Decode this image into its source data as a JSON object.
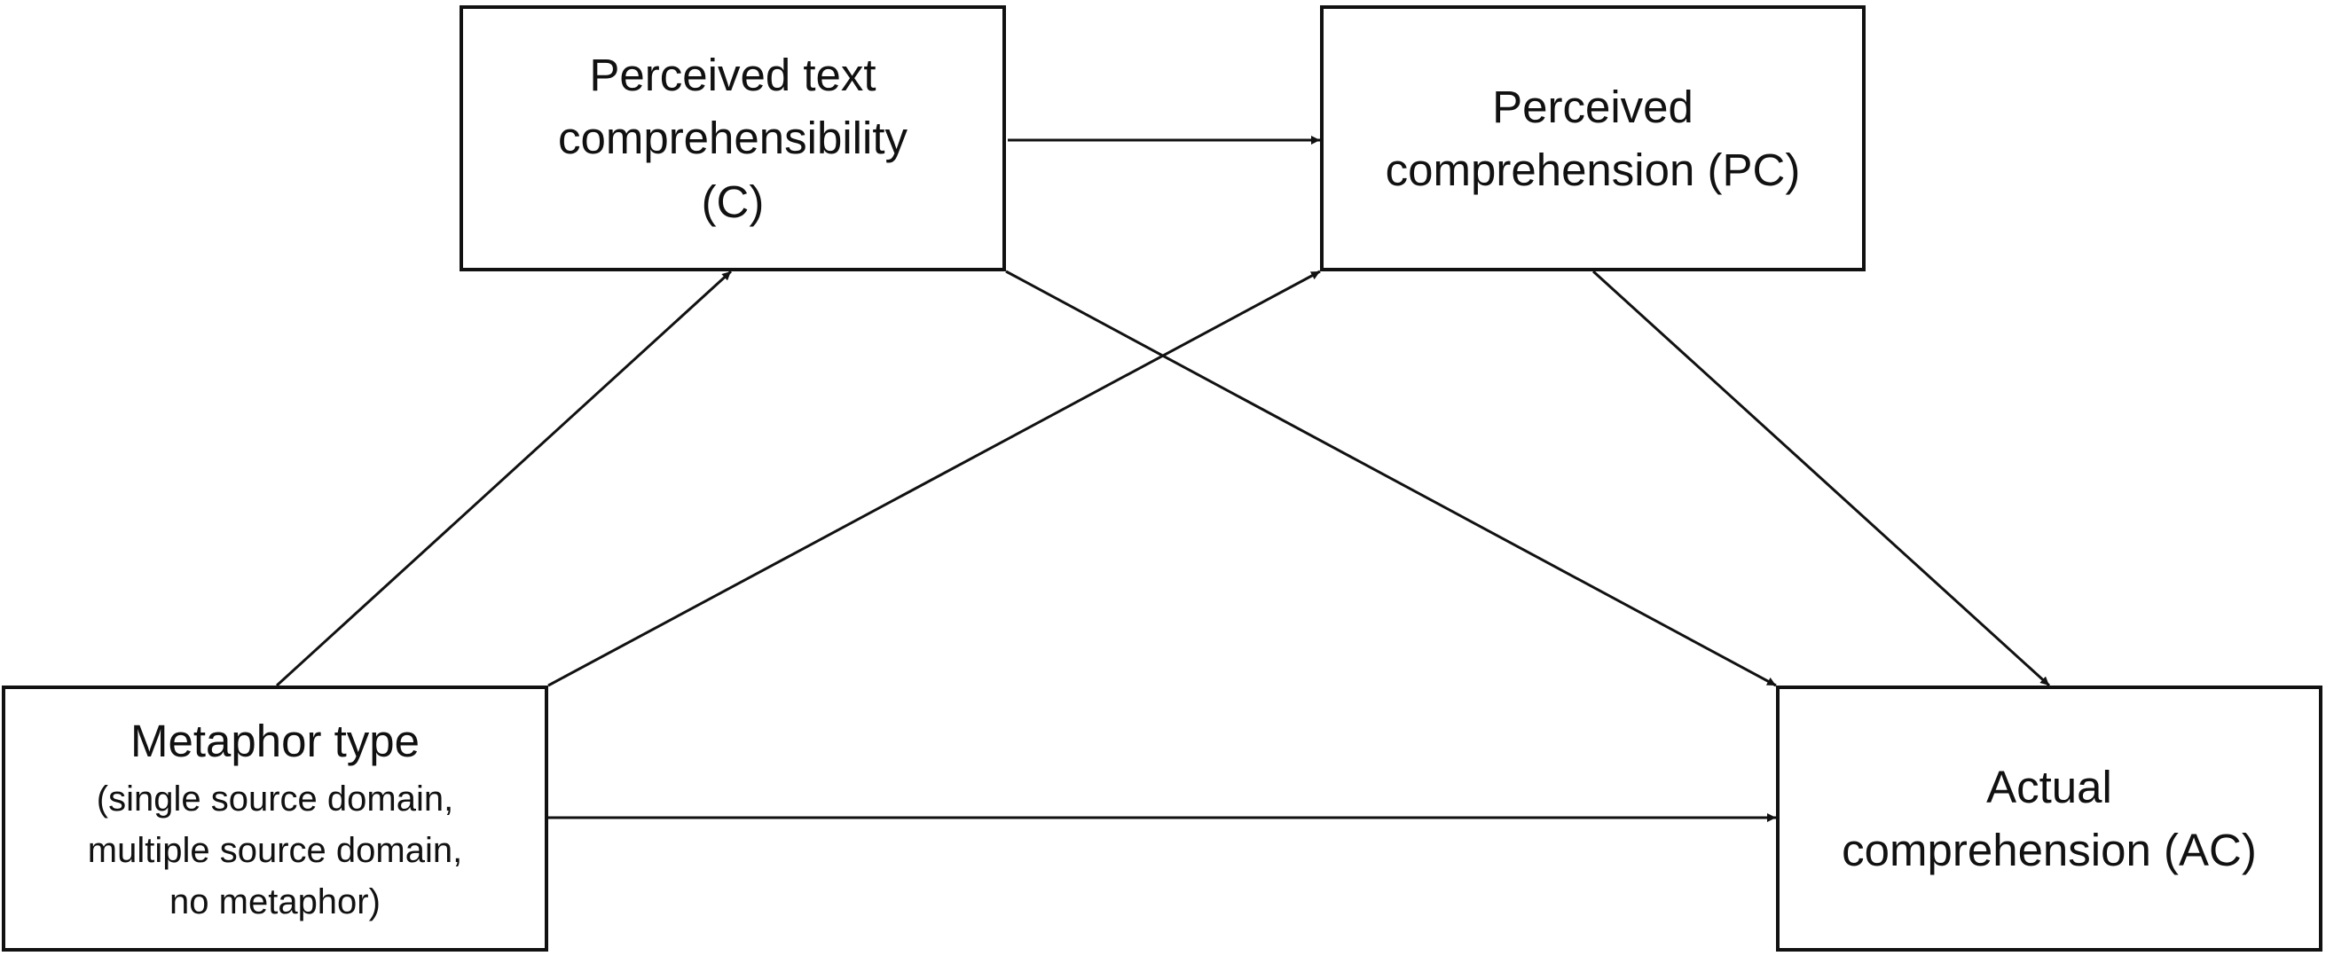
{
  "diagram": {
    "nodes": {
      "c": {
        "title": "Perceived text\ncomprehensibility\n(C)",
        "subtitle": ""
      },
      "pc": {
        "title": "Perceived\ncomprehension (PC)",
        "subtitle": ""
      },
      "mt": {
        "title": "Metaphor type",
        "subtitle": "(single source domain,\nmultiple source domain,\nno metaphor)"
      },
      "ac": {
        "title": "Actual\ncomprehension (AC)",
        "subtitle": ""
      }
    },
    "edges": [
      {
        "from": "c",
        "to": "pc"
      },
      {
        "from": "mt",
        "to": "c"
      },
      {
        "from": "mt",
        "to": "pc"
      },
      {
        "from": "c",
        "to": "ac"
      },
      {
        "from": "pc",
        "to": "ac"
      },
      {
        "from": "mt",
        "to": "ac"
      }
    ],
    "colors": {
      "line": "#111111",
      "box_border": "#111111",
      "background": "#ffffff"
    }
  }
}
